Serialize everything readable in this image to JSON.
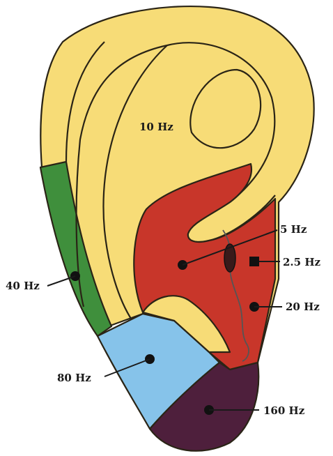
{
  "zones": [
    {
      "id": "helix",
      "label": "10 Hz",
      "color": "#f7dc77"
    },
    {
      "id": "concha",
      "label": "5 Hz",
      "color": "#c8362a"
    },
    {
      "id": "concha-square",
      "label": "2.5 Hz",
      "color": "#c8362a"
    },
    {
      "id": "concha-lower",
      "label": "20 Hz",
      "color": "#c8362a"
    },
    {
      "id": "outer-rim",
      "label": "40 Hz",
      "color": "#3f8f3c"
    },
    {
      "id": "antitragus",
      "label": "80 Hz",
      "color": "#86c3ea"
    },
    {
      "id": "lobe",
      "label": "160 Hz",
      "color": "#4e1f3c"
    }
  ],
  "colors": {
    "outline": "#2a2416",
    "nerve": "#555555"
  }
}
